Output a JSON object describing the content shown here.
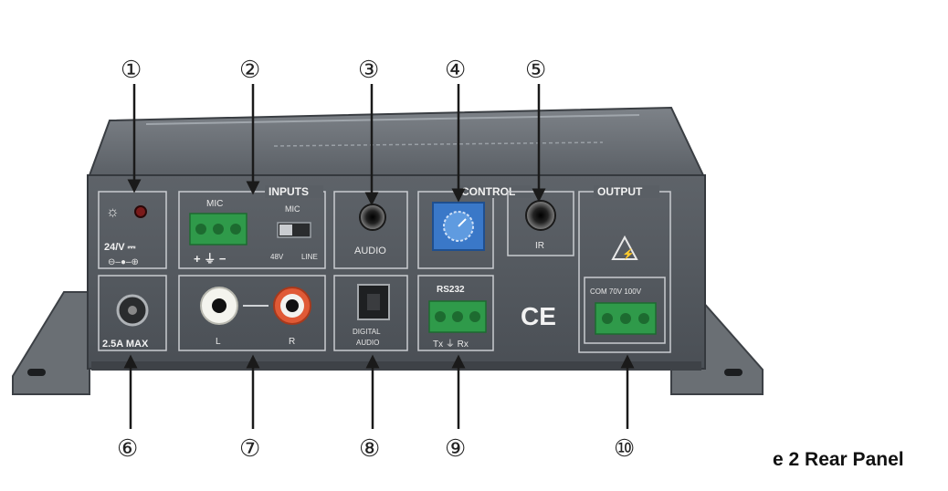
{
  "callouts": {
    "c1": "①",
    "c2": "②",
    "c3": "③",
    "c4": "④",
    "c5": "⑤",
    "c6": "⑥",
    "c7": "⑦",
    "c8": "⑧",
    "c9": "⑨",
    "c10": "⑩"
  },
  "panel": {
    "inputs_title": "INPUTS",
    "control_title": "CONTROL",
    "output_title": "OUTPUT",
    "mic_label": "MIC",
    "mic_switch_label": "MIC",
    "switch_48v": "48V",
    "switch_line": "LINE",
    "power_voltage": "24/V ⎓",
    "mic_terminal_marks": "+  ⏚  −",
    "audio_label": "AUDIO",
    "ir_label": "IR",
    "fuse_label": "2.5A MAX",
    "rca_left": "L",
    "rca_right": "R",
    "digital_label_1": "DIGITAL",
    "digital_label_2": "AUDIO",
    "rs232_label": "RS232",
    "rs232_pins": "Tx  ⏚  Rx",
    "ce_mark": "CE",
    "output_pins": "COM 70V 100V"
  },
  "caption": "e 2 Rear Panel"
}
